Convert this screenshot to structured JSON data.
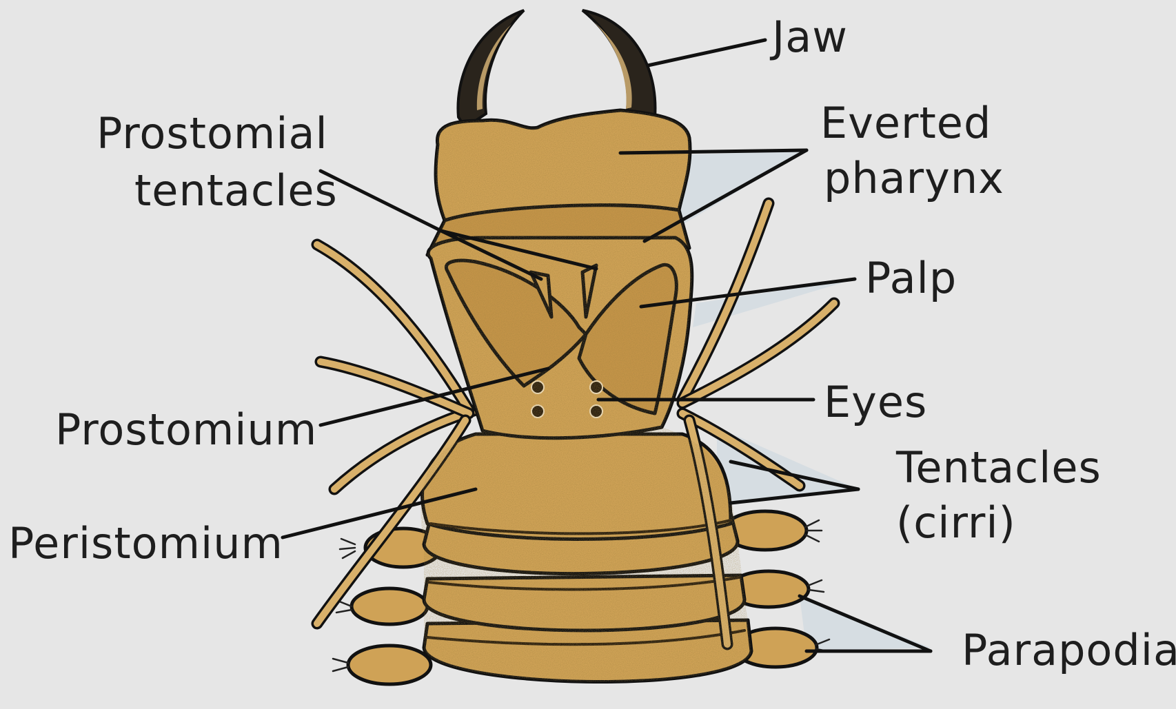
{
  "diagram": {
    "labels": {
      "jaw": "Jaw",
      "everted_pharynx_1": "Everted",
      "everted_pharynx_2": "pharynx",
      "prostomial_tentacles_1": "Prostomial",
      "prostomial_tentacles_2": "tentacles",
      "palp": "Palp",
      "eyes": "Eyes",
      "prostomium": "Prostomium",
      "tentacles_cirri_1": "Tentacles",
      "tentacles_cirri_2": "(cirri)",
      "peristomium": "Peristomium",
      "parapodia": "Parapodia"
    },
    "colors": {
      "background": "#e6e6e6",
      "body": "#cfa256",
      "outline": "#111111",
      "label_wedge": "#d6dde2"
    }
  }
}
